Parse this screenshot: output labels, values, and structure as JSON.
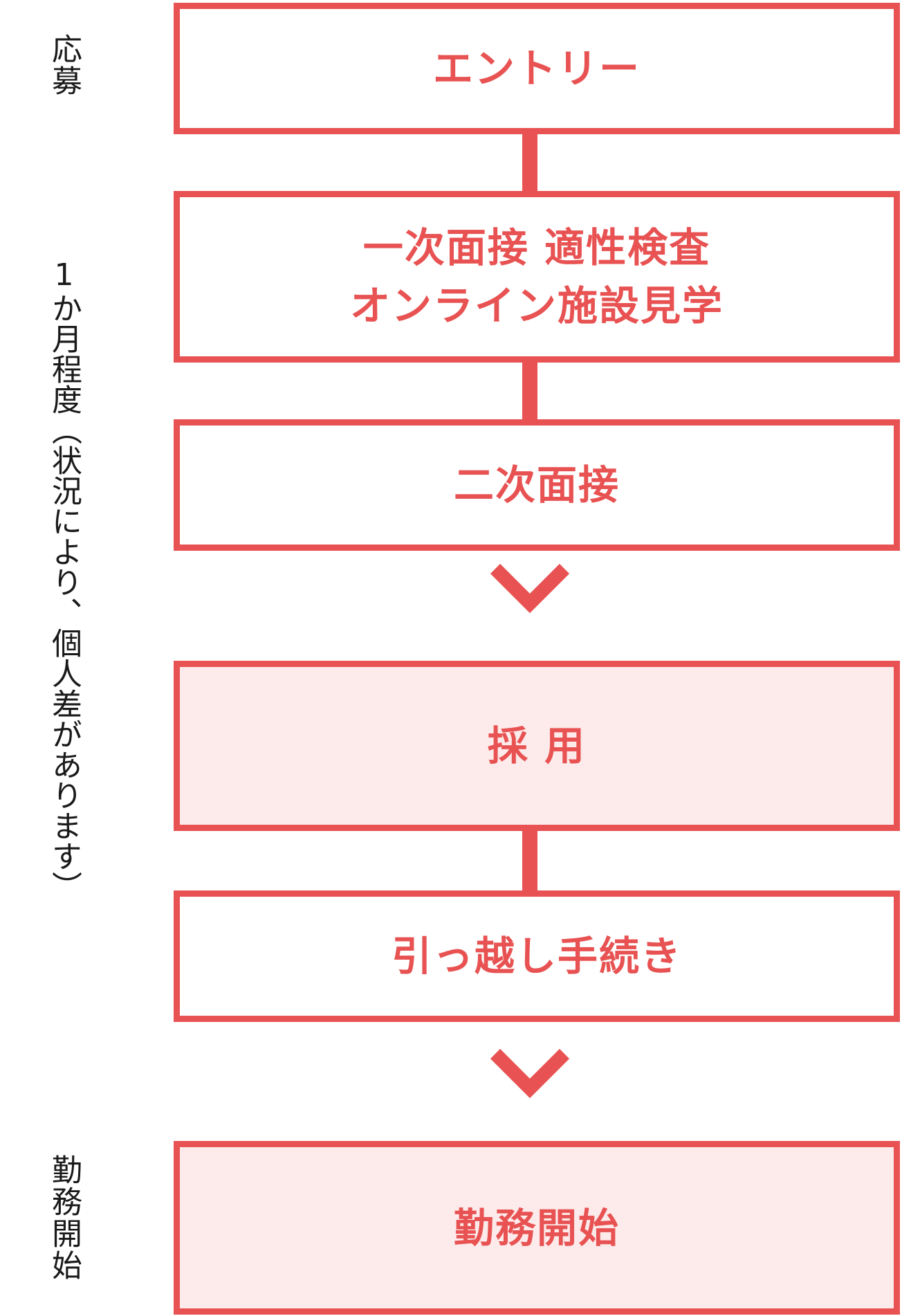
{
  "side_labels": {
    "apply": "応募",
    "period": "1か月程度（状況により、個人差があります）",
    "start": "勤務開始"
  },
  "steps": [
    {
      "lines": [
        "エントリー"
      ]
    },
    {
      "lines": [
        "一次面接 適性検査",
        "オンライン施設見学"
      ]
    },
    {
      "lines": [
        "二次面接"
      ]
    },
    {
      "lines": [
        "採 用"
      ]
    },
    {
      "lines": [
        "引っ越し手続き"
      ]
    },
    {
      "lines": [
        "勤務開始"
      ]
    }
  ],
  "colors": {
    "accent": "#e85252",
    "highlight_fill": "#fdeaea",
    "label_text": "#1a1a1a"
  },
  "icons": [
    "chevron-down-icon"
  ]
}
